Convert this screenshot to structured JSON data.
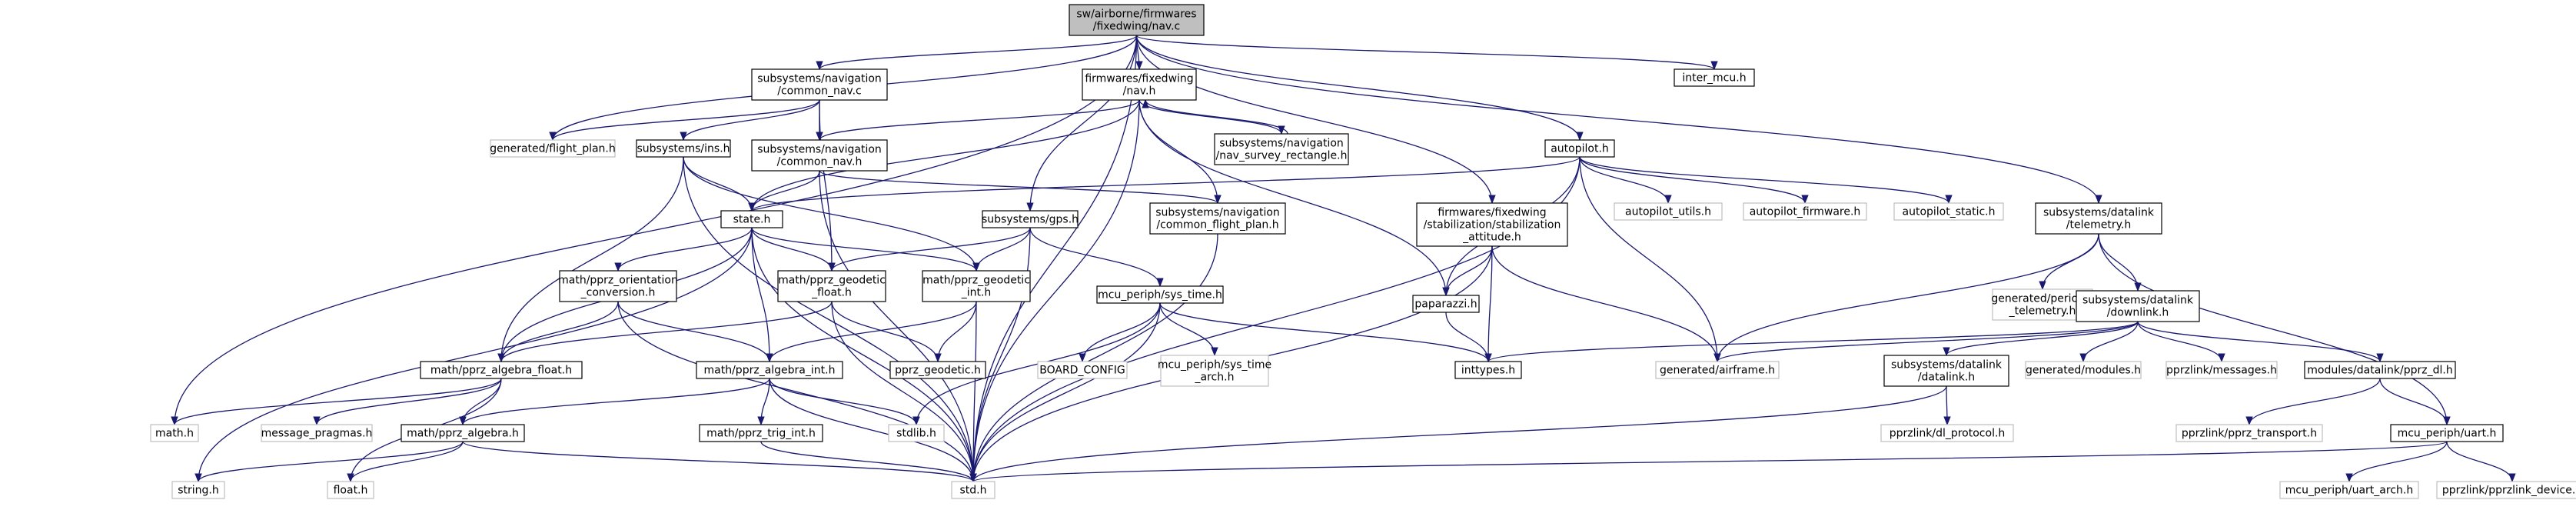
{
  "graph": {
    "colors": {
      "edge": "#191970",
      "node_border": "#000000",
      "system_border": "#bfbfbf",
      "root_fill": "#bfbfbf",
      "background": "#ffffff"
    },
    "nodes": [
      {
        "id": "nav_c",
        "lines": [
          "sw/airborne/firmwares",
          "/fixedwing/nav.c"
        ],
        "style": "root"
      },
      {
        "id": "inter_mcu",
        "lines": [
          "inter_mcu.h"
        ],
        "style": "header"
      },
      {
        "id": "common_nav_c",
        "lines": [
          "subsystems/navigation",
          "/common_nav.c"
        ],
        "style": "header"
      },
      {
        "id": "fw_nav_h",
        "lines": [
          "firmwares/fixedwing",
          "/nav.h"
        ],
        "style": "header"
      },
      {
        "id": "flight_plan",
        "lines": [
          "generated/flight_plan.h"
        ],
        "style": "system"
      },
      {
        "id": "ins",
        "lines": [
          "subsystems/ins.h"
        ],
        "style": "header"
      },
      {
        "id": "common_nav_h",
        "lines": [
          "subsystems/navigation",
          "/common_nav.h"
        ],
        "style": "header"
      },
      {
        "id": "nav_survey",
        "lines": [
          "subsystems/navigation",
          "/nav_survey_rectangle.h"
        ],
        "style": "header"
      },
      {
        "id": "autopilot",
        "lines": [
          "autopilot.h"
        ],
        "style": "header"
      },
      {
        "id": "common_fp",
        "lines": [
          "subsystems/navigation",
          "/common_flight_plan.h"
        ],
        "style": "header"
      },
      {
        "id": "stab_att",
        "lines": [
          "firmwares/fixedwing",
          "/stabilization/stabilization",
          "_attitude.h"
        ],
        "style": "header"
      },
      {
        "id": "autopilot_utils",
        "lines": [
          "autopilot_utils.h"
        ],
        "style": "system"
      },
      {
        "id": "autopilot_firmware",
        "lines": [
          "autopilot_firmware.h"
        ],
        "style": "system"
      },
      {
        "id": "autopilot_static",
        "lines": [
          "autopilot_static.h"
        ],
        "style": "system"
      },
      {
        "id": "telemetry",
        "lines": [
          "subsystems/datalink",
          "/telemetry.h"
        ],
        "style": "header"
      },
      {
        "id": "state",
        "lines": [
          "state.h"
        ],
        "style": "header"
      },
      {
        "id": "gps",
        "lines": [
          "subsystems/gps.h"
        ],
        "style": "header"
      },
      {
        "id": "orient",
        "lines": [
          "math/pprz_orientation",
          "_conversion.h"
        ],
        "style": "header"
      },
      {
        "id": "geo_float",
        "lines": [
          "math/pprz_geodetic",
          "_float.h"
        ],
        "style": "header"
      },
      {
        "id": "geo_int",
        "lines": [
          "math/pprz_geodetic",
          "_int.h"
        ],
        "style": "header"
      },
      {
        "id": "sys_time",
        "lines": [
          "mcu_periph/sys_time.h"
        ],
        "style": "header"
      },
      {
        "id": "paparazzi",
        "lines": [
          "paparazzi.h"
        ],
        "style": "header"
      },
      {
        "id": "gen_periodic",
        "lines": [
          "generated/periodic",
          "_telemetry.h"
        ],
        "style": "system"
      },
      {
        "id": "downlink",
        "lines": [
          "subsystems/datalink",
          "/downlink.h"
        ],
        "style": "header"
      },
      {
        "id": "alg_float",
        "lines": [
          "math/pprz_algebra_float.h"
        ],
        "style": "header"
      },
      {
        "id": "alg_int",
        "lines": [
          "math/pprz_algebra_int.h"
        ],
        "style": "header"
      },
      {
        "id": "pprz_geodetic",
        "lines": [
          "pprz_geodetic.h"
        ],
        "style": "header"
      },
      {
        "id": "board_config",
        "lines": [
          "BOARD_CONFIG"
        ],
        "style": "system"
      },
      {
        "id": "sys_time_arch",
        "lines": [
          "mcu_periph/sys_time",
          "_arch.h"
        ],
        "style": "system"
      },
      {
        "id": "inttypes",
        "lines": [
          "inttypes.h"
        ],
        "style": "header"
      },
      {
        "id": "airframe",
        "lines": [
          "generated/airframe.h"
        ],
        "style": "system"
      },
      {
        "id": "datalink",
        "lines": [
          "subsystems/datalink",
          "/datalink.h"
        ],
        "style": "header"
      },
      {
        "id": "gen_modules",
        "lines": [
          "generated/modules.h"
        ],
        "style": "system"
      },
      {
        "id": "pprz_messages",
        "lines": [
          "pprzlink/messages.h"
        ],
        "style": "system"
      },
      {
        "id": "pprz_dl",
        "lines": [
          "modules/datalink/pprz_dl.h"
        ],
        "style": "header"
      },
      {
        "id": "math_h",
        "lines": [
          "math.h"
        ],
        "style": "system"
      },
      {
        "id": "msg_pragmas",
        "lines": [
          "message_pragmas.h"
        ],
        "style": "system"
      },
      {
        "id": "alg",
        "lines": [
          "math/pprz_algebra.h"
        ],
        "style": "header"
      },
      {
        "id": "trig",
        "lines": [
          "math/pprz_trig_int.h"
        ],
        "style": "header"
      },
      {
        "id": "stdlib",
        "lines": [
          "stdlib.h"
        ],
        "style": "system"
      },
      {
        "id": "dl_protocol",
        "lines": [
          "pprzlink/dl_protocol.h"
        ],
        "style": "system"
      },
      {
        "id": "pprz_transport",
        "lines": [
          "pprzlink/pprz_transport.h"
        ],
        "style": "system"
      },
      {
        "id": "uart",
        "lines": [
          "mcu_periph/uart.h"
        ],
        "style": "header"
      },
      {
        "id": "string_h",
        "lines": [
          "string.h"
        ],
        "style": "system"
      },
      {
        "id": "float_h",
        "lines": [
          "float.h"
        ],
        "style": "system"
      },
      {
        "id": "std_h",
        "lines": [
          "std.h"
        ],
        "style": "system"
      },
      {
        "id": "uart_arch",
        "lines": [
          "mcu_periph/uart_arch.h"
        ],
        "style": "system"
      },
      {
        "id": "pprz_device",
        "lines": [
          "pprzlink/pprzlink_device.h"
        ],
        "style": "system"
      }
    ],
    "edges": [
      [
        "nav_c",
        "inter_mcu"
      ],
      [
        "nav_c",
        "common_nav_c"
      ],
      [
        "nav_c",
        "fw_nav_h"
      ],
      [
        "nav_c",
        "flight_plan"
      ],
      [
        "nav_c",
        "autopilot"
      ],
      [
        "nav_c",
        "stab_att"
      ],
      [
        "nav_c",
        "telemetry"
      ],
      [
        "nav_c",
        "gps"
      ],
      [
        "nav_c",
        "math_h"
      ],
      [
        "nav_c",
        "std_h"
      ],
      [
        "common_nav_c",
        "flight_plan"
      ],
      [
        "common_nav_c",
        "ins"
      ],
      [
        "common_nav_c",
        "common_nav_h"
      ],
      [
        "common_nav_c",
        "geo_float"
      ],
      [
        "fw_nav_h",
        "common_nav_h"
      ],
      [
        "fw_nav_h",
        "nav_survey"
      ],
      [
        "fw_nav_h",
        "common_fp"
      ],
      [
        "fw_nav_h",
        "state"
      ],
      [
        "fw_nav_h",
        "paparazzi"
      ],
      [
        "fw_nav_h",
        "std_h"
      ],
      [
        "nav_survey",
        "fw_nav_h"
      ],
      [
        "ins",
        "state"
      ],
      [
        "ins",
        "alg_float"
      ],
      [
        "ins",
        "geo_int"
      ],
      [
        "ins",
        "std_h"
      ],
      [
        "common_nav_h",
        "common_fp"
      ],
      [
        "common_nav_h",
        "state"
      ],
      [
        "common_nav_h",
        "std_h"
      ],
      [
        "common_fp",
        "std_h"
      ],
      [
        "autopilot",
        "state"
      ],
      [
        "autopilot",
        "paparazzi"
      ],
      [
        "autopilot",
        "autopilot_utils"
      ],
      [
        "autopilot",
        "autopilot_firmware"
      ],
      [
        "autopilot",
        "autopilot_static"
      ],
      [
        "autopilot",
        "airframe"
      ],
      [
        "autopilot",
        "std_h"
      ],
      [
        "stab_att",
        "paparazzi"
      ],
      [
        "stab_att",
        "inttypes"
      ],
      [
        "stab_att",
        "airframe"
      ],
      [
        "stab_att",
        "std_h"
      ],
      [
        "telemetry",
        "gen_periodic"
      ],
      [
        "telemetry",
        "downlink"
      ],
      [
        "telemetry",
        "uart"
      ],
      [
        "telemetry",
        "airframe"
      ],
      [
        "state",
        "orient"
      ],
      [
        "state",
        "geo_float"
      ],
      [
        "state",
        "geo_int"
      ],
      [
        "state",
        "alg_float"
      ],
      [
        "state",
        "alg_int"
      ],
      [
        "state",
        "std_h"
      ],
      [
        "state",
        "string_h"
      ],
      [
        "gps",
        "geo_float"
      ],
      [
        "gps",
        "geo_int"
      ],
      [
        "gps",
        "sys_time"
      ],
      [
        "gps",
        "std_h"
      ],
      [
        "orient",
        "alg_float"
      ],
      [
        "orient",
        "alg_int"
      ],
      [
        "orient",
        "std_h"
      ],
      [
        "geo_float",
        "alg_float"
      ],
      [
        "geo_float",
        "pprz_geodetic"
      ],
      [
        "geo_float",
        "std_h"
      ],
      [
        "geo_int",
        "alg_int"
      ],
      [
        "geo_int",
        "pprz_geodetic"
      ],
      [
        "geo_int",
        "std_h"
      ],
      [
        "sys_time",
        "board_config"
      ],
      [
        "sys_time",
        "sys_time_arch"
      ],
      [
        "sys_time",
        "inttypes"
      ],
      [
        "sys_time",
        "stdlib"
      ],
      [
        "sys_time",
        "std_h"
      ],
      [
        "paparazzi",
        "inttypes"
      ],
      [
        "downlink",
        "airframe"
      ],
      [
        "downlink",
        "datalink"
      ],
      [
        "downlink",
        "gen_modules"
      ],
      [
        "downlink",
        "pprz_messages"
      ],
      [
        "downlink",
        "pprz_dl"
      ],
      [
        "downlink",
        "inttypes"
      ],
      [
        "alg_float",
        "math_h"
      ],
      [
        "alg_float",
        "msg_pragmas"
      ],
      [
        "alg_float",
        "alg"
      ],
      [
        "alg_float",
        "float_h"
      ],
      [
        "alg_int",
        "alg"
      ],
      [
        "alg_int",
        "trig"
      ],
      [
        "alg_int",
        "stdlib"
      ],
      [
        "alg_int",
        "std_h"
      ],
      [
        "datalink",
        "dl_protocol"
      ],
      [
        "datalink",
        "std_h"
      ],
      [
        "pprz_dl",
        "pprz_transport"
      ],
      [
        "pprz_dl",
        "uart"
      ],
      [
        "alg",
        "string_h"
      ],
      [
        "alg",
        "float_h"
      ],
      [
        "alg",
        "std_h"
      ],
      [
        "trig",
        "std_h"
      ],
      [
        "uart",
        "uart_arch"
      ],
      [
        "uart",
        "pprz_device"
      ],
      [
        "uart",
        "std_h"
      ]
    ]
  }
}
